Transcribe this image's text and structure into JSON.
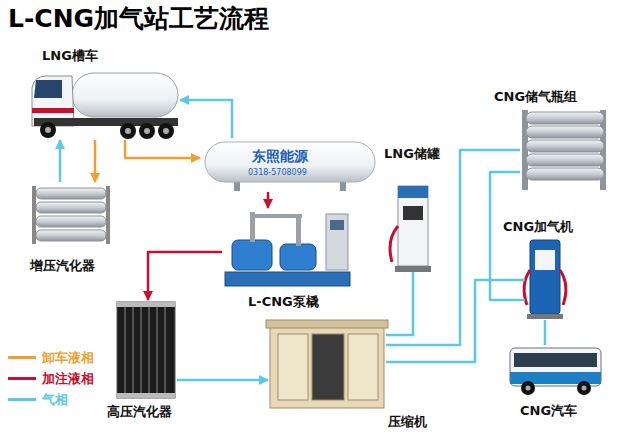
{
  "diagram": {
    "title": "L-CNG加气站工艺流程",
    "nodes": [
      {
        "text": [
          "LNG槽车"
        ]
      },
      {
        "text": [
          "LNG储罐",
          "东照能源",
          "0318-5708099"
        ]
      },
      {
        "text": [
          "CNG储气瓶组"
        ]
      },
      {
        "text": [
          "增压汽化器"
        ]
      },
      {
        "text": [
          "CNG加气机"
        ]
      },
      {
        "text": [
          "L-CNG泵橇"
        ]
      },
      {
        "text": [
          "高压汽化器"
        ]
      },
      {
        "text": [
          "压缩机"
        ]
      },
      {
        "text": [
          "CNG汽车"
        ]
      }
    ],
    "edges": [
      {
        "from": 0,
        "to": 1,
        "arrow": "to"
      },
      {
        "from": 1,
        "to": 0,
        "arrow": "to"
      },
      {
        "from": 0,
        "to": 3,
        "arrow": "to"
      },
      {
        "from": 3,
        "to": 0,
        "arrow": "to"
      },
      {
        "from": 1,
        "to": 5,
        "arrow": "to"
      },
      {
        "from": 5,
        "to": 6,
        "arrow": "to"
      },
      {
        "from": 6,
        "to": 7,
        "arrow": "to"
      },
      {
        "from": 7,
        "to": 2,
        "arrow": "none"
      },
      {
        "from": 7,
        "to": 4,
        "arrow": "none"
      },
      {
        "from": 2,
        "to": 4,
        "arrow": "none"
      },
      {
        "from": 4,
        "to": 8,
        "arrow": "none"
      }
    ],
    "legend": [
      {
        "text": "卸车液相",
        "color": "#f0a030"
      },
      {
        "text": "加注液相",
        "color": "#c8102e"
      },
      {
        "text": "气相",
        "color": "#5ac8e6"
      }
    ]
  }
}
